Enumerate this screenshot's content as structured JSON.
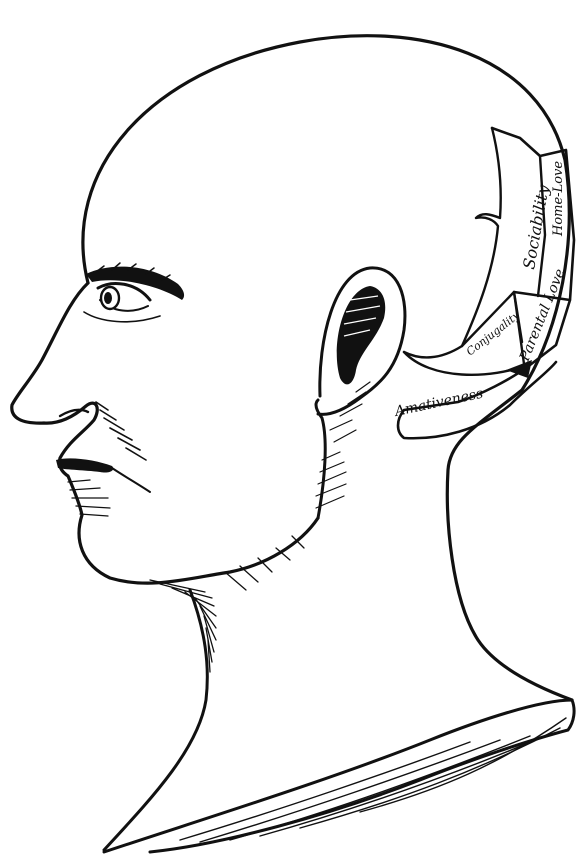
{
  "regions": {
    "amativeness": "Amativeness",
    "conjugality": "Conjugality",
    "parental_love": "Parental Love",
    "sociability": "Sociability",
    "home_love": "Home-Love"
  },
  "colors": {
    "ink": "#111111",
    "paper": "#ffffff"
  }
}
